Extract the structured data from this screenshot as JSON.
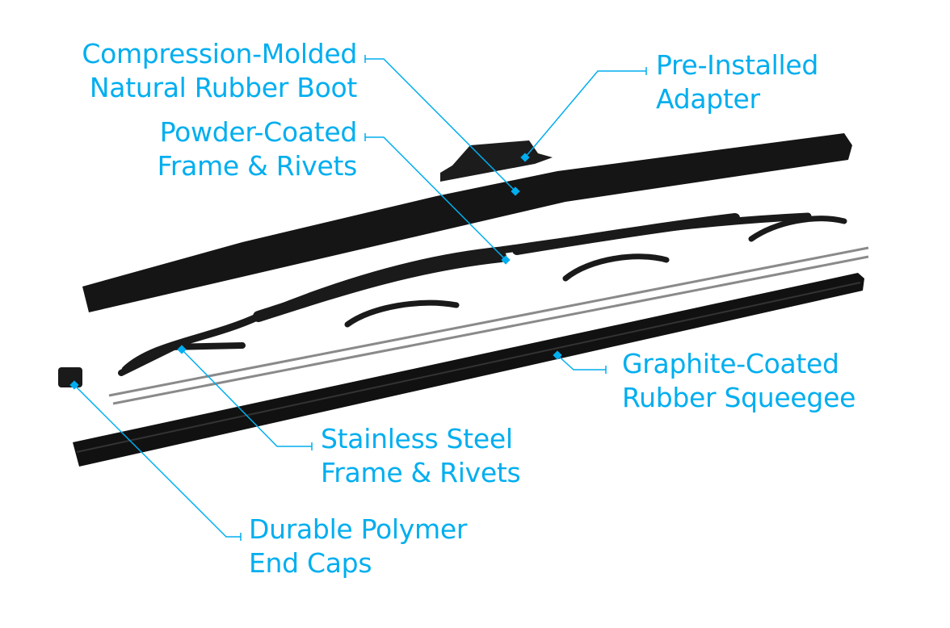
{
  "accent_color": "#00aeef",
  "labels": {
    "boot": {
      "line1": "Compression-Molded",
      "line2": "Natural Rubber Boot"
    },
    "frame": {
      "line1": "Powder-Coated",
      "line2": "Frame & Rivets"
    },
    "adapter": {
      "line1": "Pre-Installed",
      "line2": "Adapter"
    },
    "squeegee": {
      "line1": "Graphite-Coated",
      "line2": "Rubber Squeegee"
    },
    "steel": {
      "line1": "Stainless Steel",
      "line2": "Frame & Rivets"
    },
    "endcaps": {
      "line1": "Durable Polymer",
      "line2": "End Caps"
    }
  }
}
